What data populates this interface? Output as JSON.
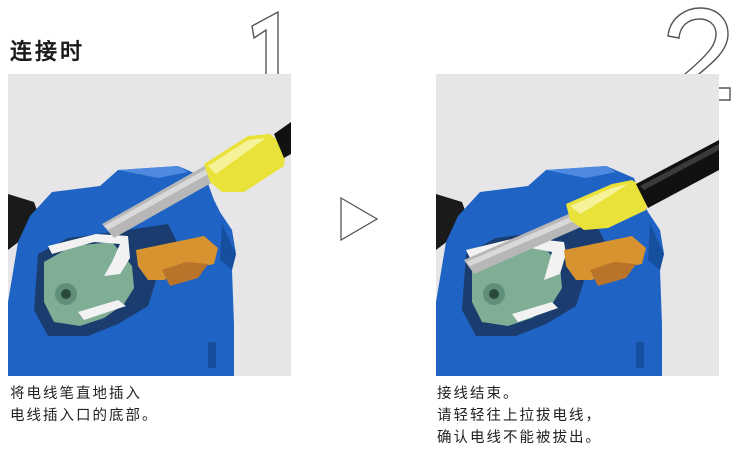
{
  "section_title": "连接时",
  "steps": [
    {
      "number": "1",
      "caption_lines": [
        "将电线笔直地插入",
        "电线插入口的底部。"
      ]
    },
    {
      "number": "2",
      "caption_lines": [
        "接线结束。",
        "请轻轻往上拉拔电线，",
        "确认电线不能被拔出。"
      ]
    }
  ],
  "arrow_icon": "triangle-right-outline-icon",
  "colors": {
    "housing_blue": "#1f63c4",
    "ferrule_yellow": "#e8e23a",
    "spring_green": "#7fae95",
    "copper_orange": "#d7932f",
    "wire_black": "#111111"
  }
}
